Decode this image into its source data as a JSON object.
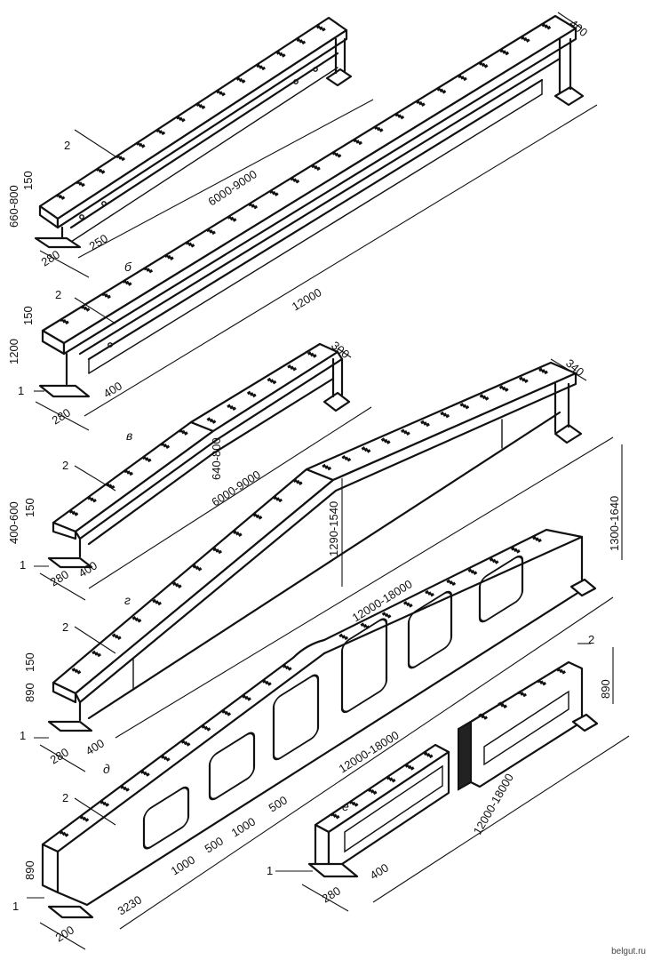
{
  "labels": {
    "b": "б",
    "v": "в",
    "g": "г",
    "d": "д",
    "e": "е",
    "one": "1",
    "two": "2"
  },
  "dimensions": {
    "b_width_top": "400",
    "b_span_small": "6000-9000",
    "b_span_large": "12000",
    "b_height_small": "660-800",
    "b_flange_small": "150",
    "b_web": "250",
    "b_base_small": "280",
    "b_height_large": "1200",
    "b_flange_large": "150",
    "b_flange2": "400",
    "b_base_large": "280",
    "v_top_width": "300",
    "v_mid_height": "640-800",
    "v_span": "6000-9000",
    "v_end_height": "400-600",
    "v_flange": "150",
    "v_base": "280",
    "v_web": "400",
    "g_top_width": "340",
    "g_mid_height": "1290-1540",
    "g_right_height": "1300-1640",
    "g_span": "12000-18000",
    "g_end_height": "890",
    "g_flange": "150",
    "g_base": "280",
    "g_web": "400",
    "d_span": "12000-18000",
    "d_end_height": "890",
    "d_base": "200",
    "d_first": "3230",
    "d_pitch1": "1000",
    "d_gap1": "500",
    "d_pitch2": "1000",
    "d_gap2": "500",
    "e_height": "890",
    "e_span": "12000-18000",
    "e_web": "400",
    "e_base": "280"
  },
  "watermark": "belgut.ru"
}
